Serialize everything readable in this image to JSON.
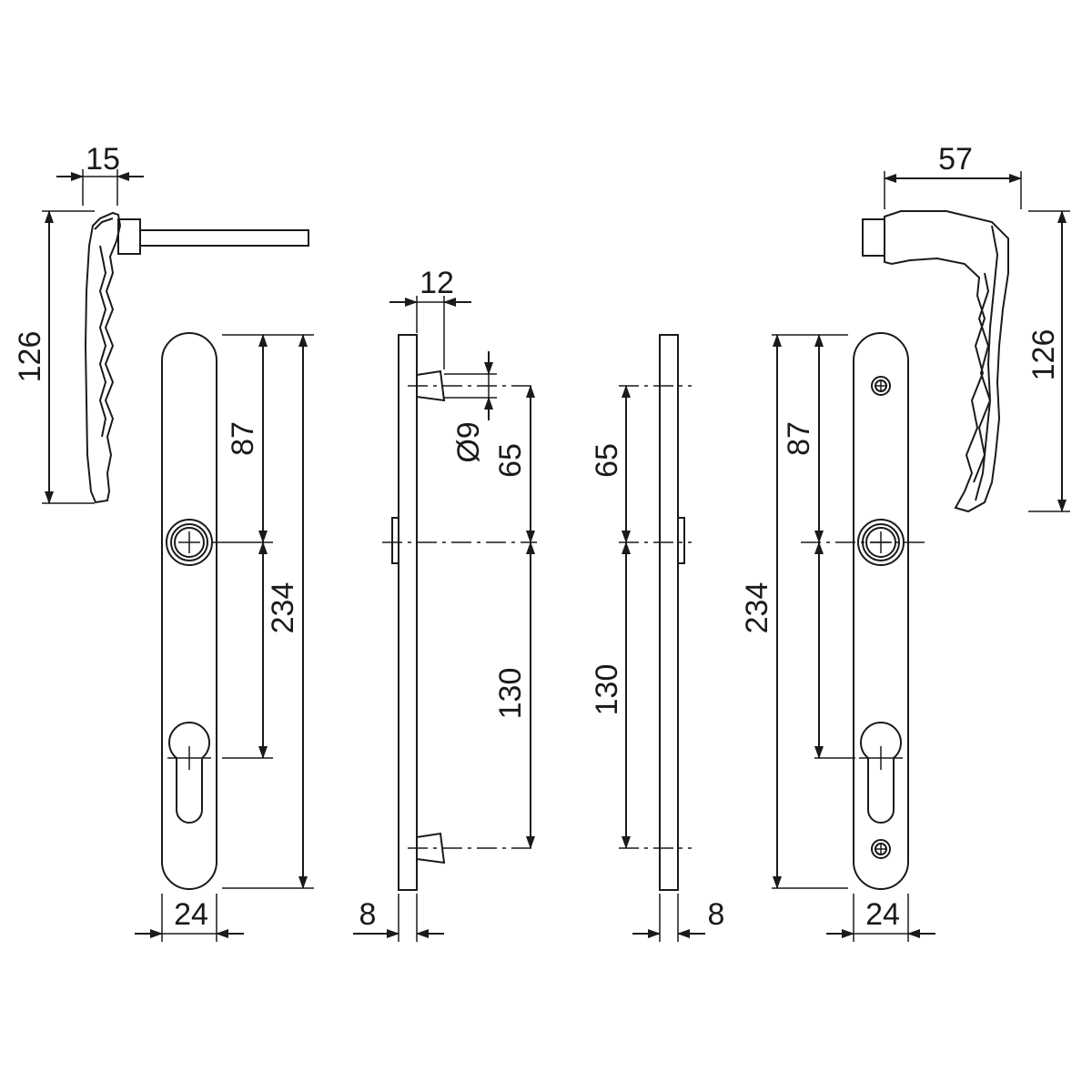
{
  "colors": {
    "line": "#1a1a1a",
    "background": "#ffffff"
  },
  "dimensions": {
    "handle_left_thickness": "15",
    "handle_left_height": "126",
    "plate_left_spindle_to_top": "87",
    "plate_left_length": "234",
    "plate_left_width": "24",
    "side_spindle_offset": "12",
    "side_pin_diameter": "Ø9",
    "side_left_upper_pin": "65",
    "side_left_lower_pin": "130",
    "side_left_thickness": "8",
    "side_right_upper_pin": "65",
    "side_right_lower_pin": "130",
    "side_right_thickness": "8",
    "handle_right_projection": "57",
    "handle_right_height": "126",
    "plate_right_spindle_to_top": "87",
    "plate_right_length": "234",
    "plate_right_width": "24"
  }
}
